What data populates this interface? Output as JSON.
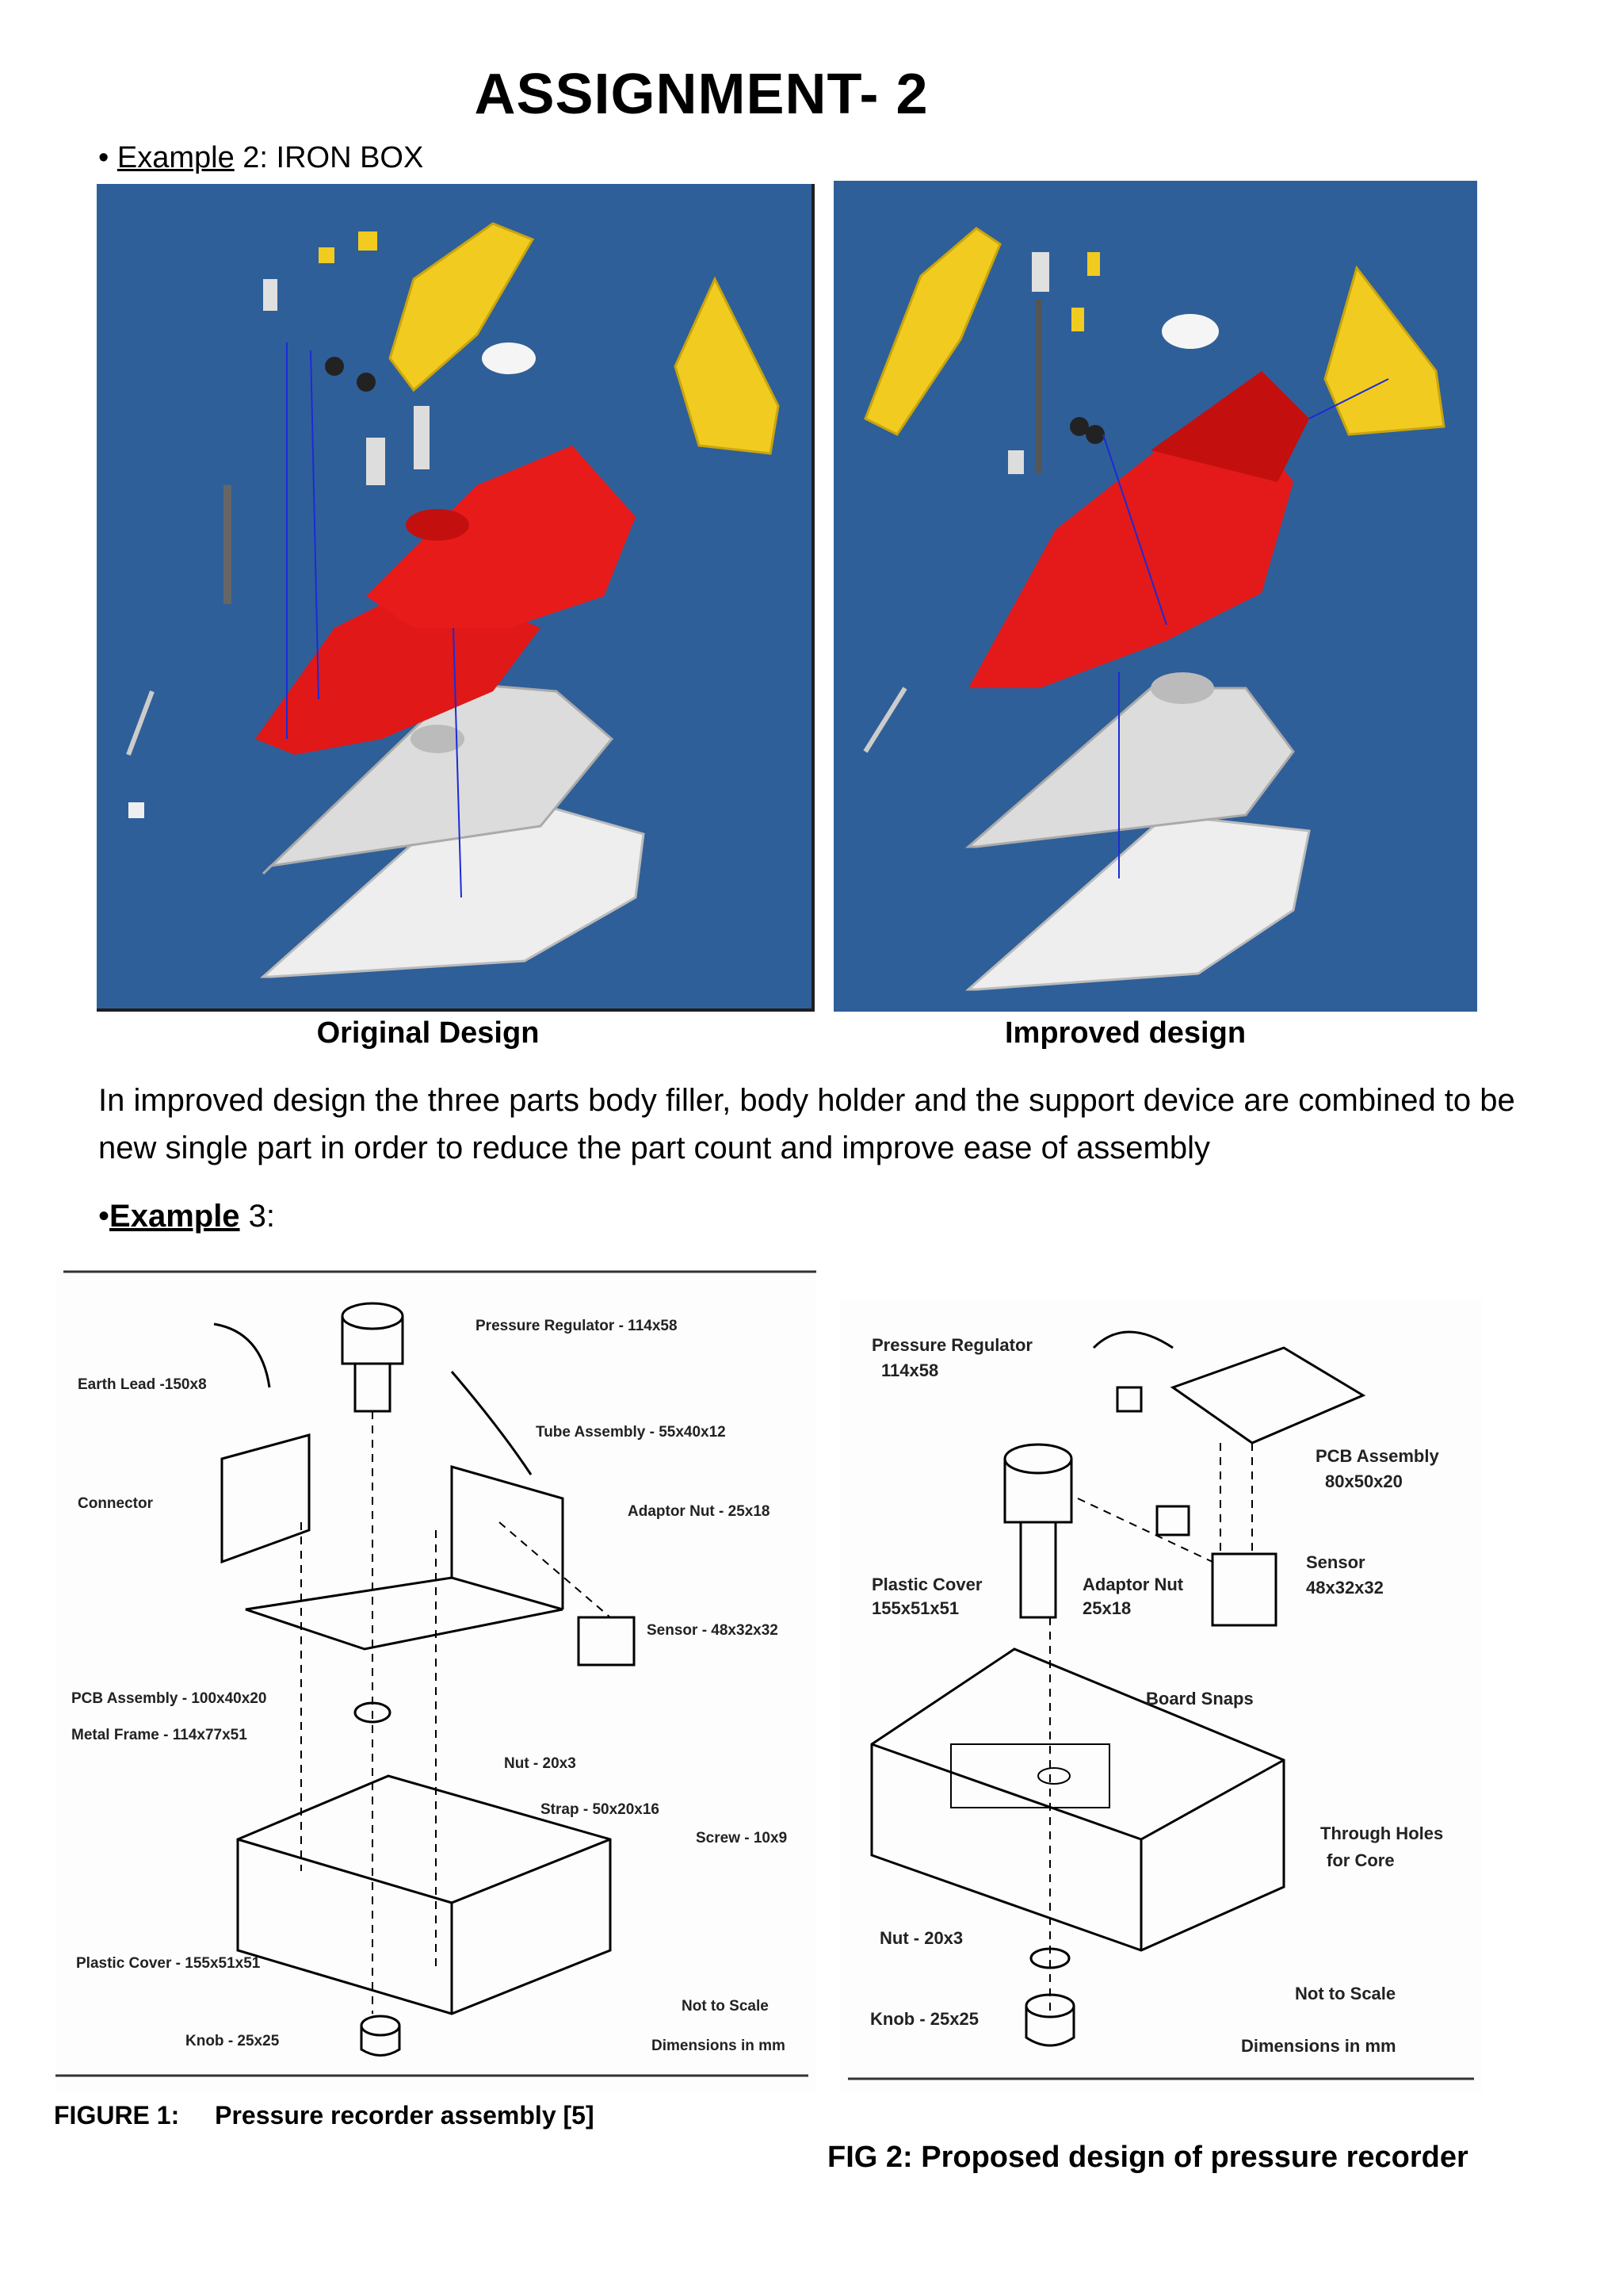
{
  "title": "ASSIGNMENT- 2",
  "example2": {
    "bullet": "•",
    "link": "Example",
    "rest": " 2: IRON BOX"
  },
  "captions": {
    "original": "Original Design",
    "improved": "Improved design"
  },
  "paragraph": "In improved design the three parts body filler, body holder and the support device are combined to be new single part in order to reduce the part count and improve ease of assembly",
  "example3": {
    "bullet": "•",
    "link": "Example",
    "rest": " 3:"
  },
  "figure1": {
    "labels": {
      "pressure_regulator": "Pressure Regulator - 114x58",
      "earth_lead": "Earth Lead -150x8",
      "tube_assembly": "Tube Assembly - 55x40x12",
      "connector": "Connector",
      "adaptor_nut": "Adaptor Nut - 25x18",
      "sensor": "Sensor - 48x32x32",
      "pcb_assembly": "PCB Assembly - 100x40x20",
      "metal_frame": "Metal Frame - 114x77x51",
      "nut": "Nut - 20x3",
      "strap": "Strap - 50x20x16",
      "screw": "Screw - 10x9",
      "plastic_cover": "Plastic Cover - 155x51x51",
      "not_to_scale": "Not to Scale",
      "knob": "Knob - 25x25",
      "dimensions": "Dimensions in mm"
    },
    "caption_label": "FIGURE 1:",
    "caption_text": "Pressure recorder assembly [5]"
  },
  "figure2": {
    "labels": {
      "pressure_regulator": "Pressure Regulator",
      "pressure_regulator_dim": "114x58",
      "pcb_assembly": "PCB Assembly",
      "pcb_assembly_dim": "80x50x20",
      "sensor": "Sensor",
      "sensor_dim": "48x32x32",
      "plastic_cover": "Plastic Cover",
      "plastic_cover_dim": "155x51x51",
      "adaptor_nut": "Adaptor Nut",
      "adaptor_nut_dim": "25x18",
      "board_snaps": "Board Snaps",
      "through_holes": "Through Holes",
      "through_holes_2": "for Core",
      "nut": "Nut - 20x3",
      "not_to_scale": "Not to Scale",
      "knob": "Knob - 25x25",
      "dimensions": "Dimensions in mm"
    },
    "caption": "FIG 2: Proposed design of pressure recorder"
  }
}
